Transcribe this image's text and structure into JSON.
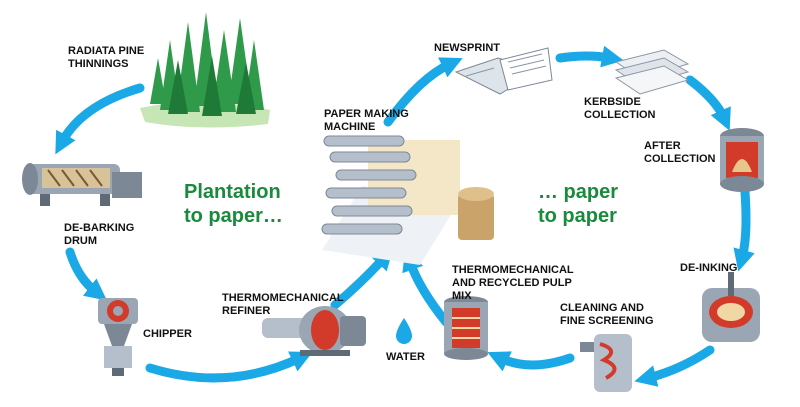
{
  "colors": {
    "arrow": "#1aa9e6",
    "tagline": "#1a8a3c",
    "machine_metal": "#9aa6b4",
    "pulp_red": "#d23a2a",
    "tree_green": "#2f9a4a"
  },
  "taglines": {
    "left": "Plantation\nto paper…",
    "right": "… paper\nto paper"
  },
  "stages": [
    {
      "id": "radiata-pine",
      "label": "RADIATA PINE\nTHINNINGS",
      "icon": "forest-icon"
    },
    {
      "id": "de-barking-drum",
      "label": "DE-BARKING\nDRUM",
      "icon": "drum-icon"
    },
    {
      "id": "chipper",
      "label": "CHIPPER",
      "icon": "chipper-icon"
    },
    {
      "id": "thermo-refiner",
      "label": "THERMOMECHANICAL\nREFINER",
      "icon": "refiner-icon"
    },
    {
      "id": "water",
      "label": "WATER",
      "icon": "water-drop-icon"
    },
    {
      "id": "paper-machine",
      "label": "PAPER MAKING\nMACHINE",
      "icon": "paper-machine-icon"
    },
    {
      "id": "newsprint",
      "label": "NEWSPRINT",
      "icon": "newspaper-icon"
    },
    {
      "id": "kerbside",
      "label": "KERBSIDE\nCOLLECTION",
      "icon": "paper-stack-icon"
    },
    {
      "id": "after-collection",
      "label": "AFTER\nCOLLECTION",
      "icon": "pulper-icon"
    },
    {
      "id": "de-inking",
      "label": "DE-INKING",
      "icon": "deinking-tank-icon"
    },
    {
      "id": "cleaning",
      "label": "CLEANING AND\nFINE SCREENING",
      "icon": "screening-icon"
    },
    {
      "id": "recycled-mix",
      "label": "THERMOMECHANICAL\nAND RECYCLED PULP\nMIX",
      "icon": "pulp-mix-icon"
    }
  ]
}
